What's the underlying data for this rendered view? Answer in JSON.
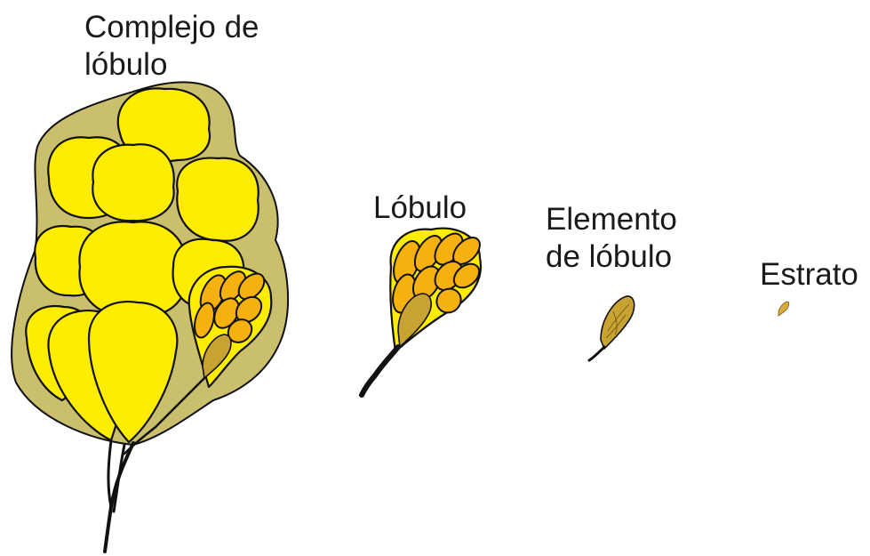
{
  "labels": {
    "complex_line1": "Complejo de",
    "complex_line2": "lóbulo",
    "lobe": "Lóbulo",
    "element_line1": "Elemento",
    "element_line2": "de lóbulo",
    "bed": "Estrato"
  },
  "colors": {
    "complex_envelope": "#c9bf6d",
    "lobe_yellow": "#ffed00",
    "lobe_orange": "#f6b10f",
    "element_tan": "#c9a332",
    "outline": "#111111"
  }
}
